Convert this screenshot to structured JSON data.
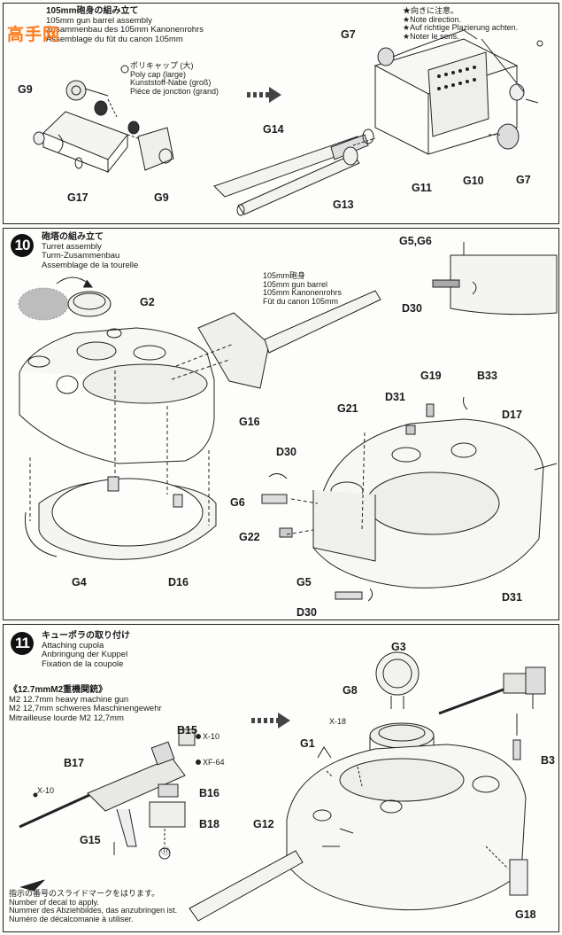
{
  "watermark": "高手网",
  "step9": {
    "title_jp": "105mm砲身の組み立て",
    "title_en": "105mm gun barrel assembly",
    "title_de": "Zusammenbau des 105mm Kanonenrohrs",
    "title_fr": "Assemblage du fût du canon 105mm",
    "polycap": [
      "ポリキャップ (大)",
      "Poly cap (large)",
      "Kunststoff-Nabe (groß)",
      "Pièce de jonction (grand)"
    ],
    "note": [
      "★向きに注意。",
      "★Note direction.",
      "★Auf richtige Plazierung achten.",
      "★Noter le sens."
    ],
    "parts": {
      "g9a": "G9",
      "g17": "G17",
      "g9b": "G9",
      "g14": "G14",
      "g13": "G13",
      "g7a": "G7",
      "g7b": "G7",
      "g10": "G10",
      "g11": "G11"
    }
  },
  "step10": {
    "number": "10",
    "title_jp": "砲塔の組み立て",
    "title_en": "Turret assembly",
    "title_de": "Turm-Zusammenbau",
    "title_fr": "Assemblage de la tourelle",
    "barrel": [
      "105mm砲身",
      "105mm gun barrel",
      "105mm Kanonenrohrs",
      "Fût du canon 105mm"
    ],
    "parts": {
      "g2": "G2",
      "g16": "G16",
      "g4": "G4",
      "d16": "D16",
      "g56": "G5,G6",
      "d30a": "D30",
      "d31a": "D31",
      "g19": "G19",
      "b33": "B33",
      "g21": "G21",
      "d17": "D17",
      "d30b": "D30",
      "g6": "G6",
      "g22": "G22",
      "g5": "G5",
      "d30c": "D30",
      "d31b": "D31"
    }
  },
  "step11": {
    "number": "11",
    "title_jp": "キューポラの取り付け",
    "title_en": "Attaching cupola",
    "title_de": "Anbringung der Kuppel",
    "title_fr": "Fixation de la coupole",
    "mg": [
      "《12.7mmM2重機関銃》",
      "M2 12.7mm heavy machine gun",
      "M2 12,7mm schweres Maschinengewehr",
      "Mitrailleuse lourde M2 12,7mm"
    ],
    "decal": [
      "指示の番号のスライドマークをはります。",
      "Number of decal to apply.",
      "Nummer des Abziehbildes, das anzubringen ist.",
      "Numéro de décalcomanie à utiliser."
    ],
    "paints": {
      "x10a": "X-10",
      "xf64": "XF-64",
      "x10b": "X-10",
      "x18": "X-18"
    },
    "decal_no": "⑰",
    "parts": {
      "b15": "B15",
      "b17": "B17",
      "b16": "B16",
      "b18": "B18",
      "g15": "G15",
      "g3": "G3",
      "g8": "G8",
      "g1": "G1",
      "b3": "B3",
      "g12": "G12",
      "g18": "G18"
    }
  }
}
